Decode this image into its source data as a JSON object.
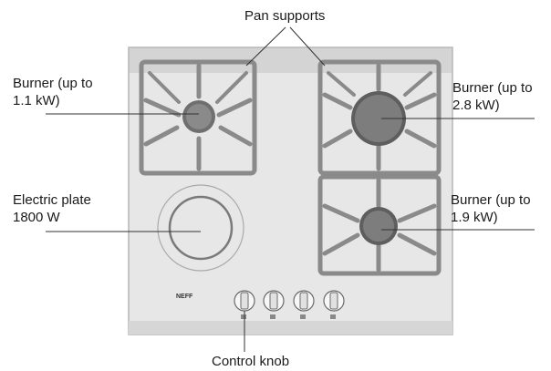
{
  "labels": {
    "pan_supports": "Pan supports",
    "burner_small": [
      "Burner (up to",
      "1.1 kW)"
    ],
    "burner_large": [
      "Burner (up to",
      "2.8 kW)"
    ],
    "burner_medium": [
      "Burner (up to",
      "1.9 kW)"
    ],
    "electric_plate": [
      "Electric plate",
      "1800 W"
    ],
    "control_knob": "Control knob"
  },
  "brand": "NEFF",
  "colors": {
    "hob_surface": "#e7e7e7",
    "grate": "#8a8a8a",
    "burner_cap": "#7d7d7d",
    "burner_ring": "#5e5e5e",
    "callout_line": "#333333"
  },
  "icons": [
    "pan-support-grate-icon",
    "gas-burner-icon",
    "electric-plate-icon",
    "control-knob-icon"
  ]
}
